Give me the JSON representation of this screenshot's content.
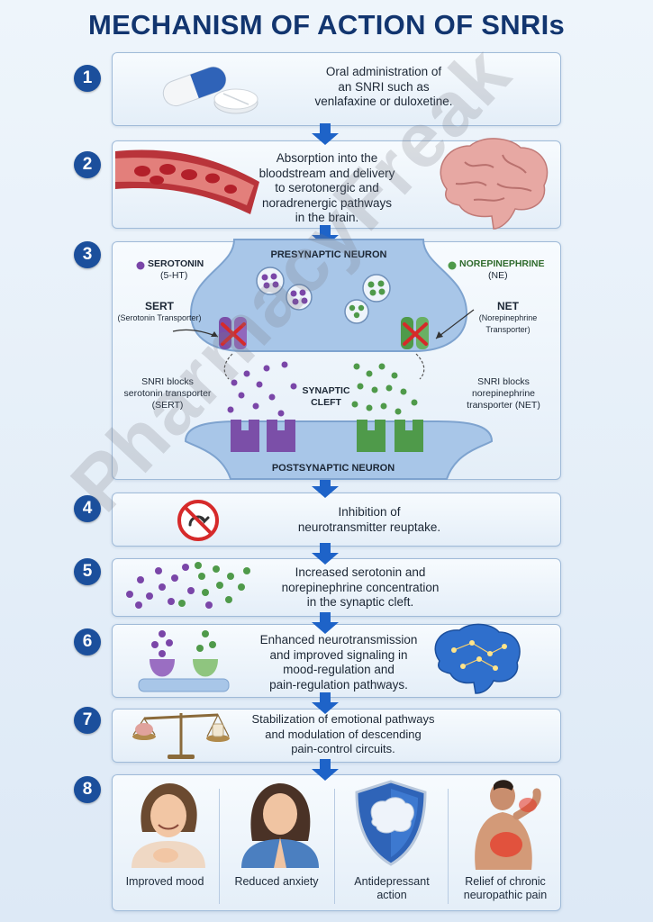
{
  "title": "MECHANISM OF ACTION OF SNRIs",
  "watermark": "PharmacyFreak",
  "steps": [
    {
      "num": "1",
      "lines": [
        "Oral administration of",
        "an SNRI such as",
        "venlafaxine or duloxetine."
      ]
    },
    {
      "num": "2",
      "lines": [
        "Absorption into the",
        "bloodstream and delivery",
        "to serotonergic and",
        "noradrenergic pathways",
        "in the brain."
      ]
    },
    {
      "num": "3"
    },
    {
      "num": "4",
      "lines": [
        "Inhibition of",
        "neurotransmitter reuptake."
      ]
    },
    {
      "num": "5",
      "lines": [
        "Increased serotonin and",
        "norepinephrine concentration",
        "in the synaptic cleft."
      ]
    },
    {
      "num": "6",
      "lines": [
        "Enhanced neurotransmission",
        "and improved signaling in",
        "mood-regulation and",
        "pain-regulation pathways."
      ]
    },
    {
      "num": "7",
      "lines": [
        "Stabilization of emotional pathways",
        "and modulation of descending",
        "pain-control circuits."
      ]
    },
    {
      "num": "8"
    }
  ],
  "synapse": {
    "presynaptic": "PRESYNAPTIC NEURON",
    "postsynaptic": "POSTSYNAPTIC NEURON",
    "serotonin": "SEROTONIN",
    "serotonin_abbr": "(5-HT)",
    "norepinephrine": "NOREPINEPHRINE",
    "norepinephrine_abbr": "(NE)",
    "sert": "SERT",
    "sert_full": "(Serotonin Transporter)",
    "net": "NET",
    "net_full_1": "(Norepinephrine",
    "net_full_2": "Transporter)",
    "cleft_1": "SYNAPTIC",
    "cleft_2": "CLEFT",
    "sert_block": [
      "SNRI blocks",
      "serotonin transporter",
      "(SERT)"
    ],
    "net_block": [
      "SNRI blocks",
      "norepinephrine",
      "transporter (NET)"
    ]
  },
  "outcomes": [
    {
      "lines": [
        "Improved mood"
      ]
    },
    {
      "lines": [
        "Reduced anxiety"
      ]
    },
    {
      "lines": [
        "Antidepressant",
        "action"
      ]
    },
    {
      "lines": [
        "Relief of chronic",
        "neuropathic pain"
      ]
    }
  ],
  "colors": {
    "title": "#12356f",
    "badge": "#1b4f9c",
    "serotonin": "#7a46a8",
    "norepinephrine": "#4f9a4a",
    "arrow": "#1e63c8",
    "block": "#d62a2a"
  }
}
